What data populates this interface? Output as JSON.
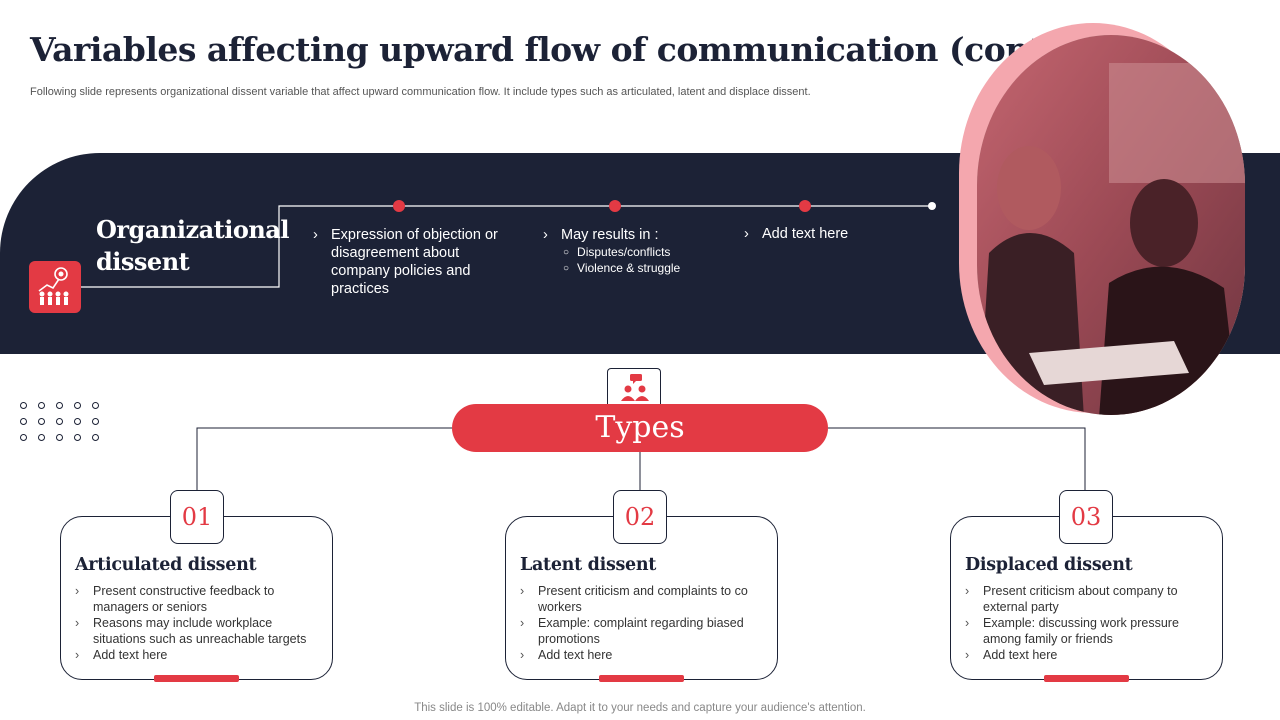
{
  "header": {
    "title": "Variables affecting upward flow of communication (cont.)",
    "subtitle": "Following slide represents organizational dissent variable that affect upward communication flow. It include types such as articulated, latent and displace dissent."
  },
  "organizational": {
    "title_line1": "Organizational",
    "title_line2": "dissent",
    "icon": "team-target-chart-icon",
    "col1": {
      "text": "Expression of objection or disagreement about company policies and practices"
    },
    "col2": {
      "text": "May results in :",
      "subitems": [
        "Disputes/conflicts",
        "Violence & struggle"
      ]
    },
    "col3": {
      "text": "Add text here"
    }
  },
  "types": {
    "label": "Types",
    "icon": "team-chat-icon"
  },
  "cards": [
    {
      "number": "01",
      "title": "Articulated dissent",
      "items": [
        "Present constructive feedback to managers or seniors",
        "Reasons may include workplace situations such as unreachable targets",
        "Add text here"
      ]
    },
    {
      "number": "02",
      "title": "Latent dissent",
      "items": [
        "Present criticism and complaints to co workers",
        "Example: complaint regarding biased promotions",
        "Add text here"
      ]
    },
    {
      "number": "03",
      "title": "Displaced dissent",
      "items": [
        "Present criticism about company to external party",
        "Example: discussing work pressure among family or friends",
        "Add text here"
      ]
    }
  ],
  "footer": {
    "text": "This slide is 100% editable. Adapt it to your needs and capture your audience's attention."
  },
  "colors": {
    "navy": "#1c2236",
    "accent_red": "#e33a44",
    "photo_pink": "#f4a7ae"
  }
}
